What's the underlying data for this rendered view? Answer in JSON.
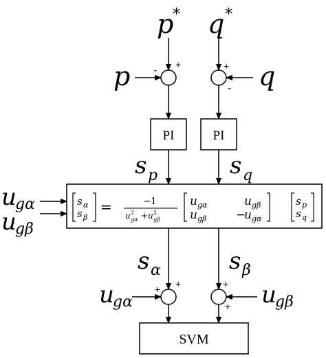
{
  "diagram": {
    "inputs": {
      "p_ref": "p",
      "p_ref_sup": "*",
      "q_ref": "q",
      "q_ref_sup": "*",
      "p_meas": "p",
      "q_meas": "q"
    },
    "summers": {
      "p_plus": "+",
      "p_minus": "-",
      "q_plus": "+",
      "q_minus": "-",
      "a_left": "+",
      "a_top": "+",
      "b_top": "+",
      "b_bottom": "+"
    },
    "blocks": {
      "pi_p": "PI",
      "pi_q": "PI",
      "svm": "SVM"
    },
    "signals": {
      "s_p": "s",
      "s_p_sub": "p",
      "s_q": "s",
      "s_q_sub": "q",
      "s_alpha": "s",
      "s_alpha_sub": "α",
      "s_beta": "s",
      "s_beta_sub": "β",
      "u_ga_in": "u",
      "u_ga_in_sub": "gα",
      "u_gb_in": "u",
      "u_gb_in_sub": "gβ",
      "u_ga_add": "u",
      "u_ga_add_sub": "gα",
      "u_gb_add": "u",
      "u_gb_add_sub": "gβ"
    },
    "equation": {
      "lhs_top": "s",
      "lhs_top_sub": "α",
      "lhs_bot": "s",
      "lhs_bot_sub": "β",
      "equals": "=",
      "numerator": "−1",
      "den_u1": "u",
      "den_sup1": "2",
      "den_sub1": "gα",
      "den_plus": "+",
      "den_u2": "u",
      "den_sup2": "2",
      "den_sub2": "gβ",
      "m11": "u",
      "m11_sub": "gα",
      "m12": "u",
      "m12_sub": "gβ",
      "m21": "u",
      "m21_sub": "gβ",
      "m22_sign": "−",
      "m22": "u",
      "m22_sub": "gα",
      "rhs_top": "s",
      "rhs_top_sub": "p",
      "rhs_bot": "s",
      "rhs_bot_sub": "q"
    }
  }
}
